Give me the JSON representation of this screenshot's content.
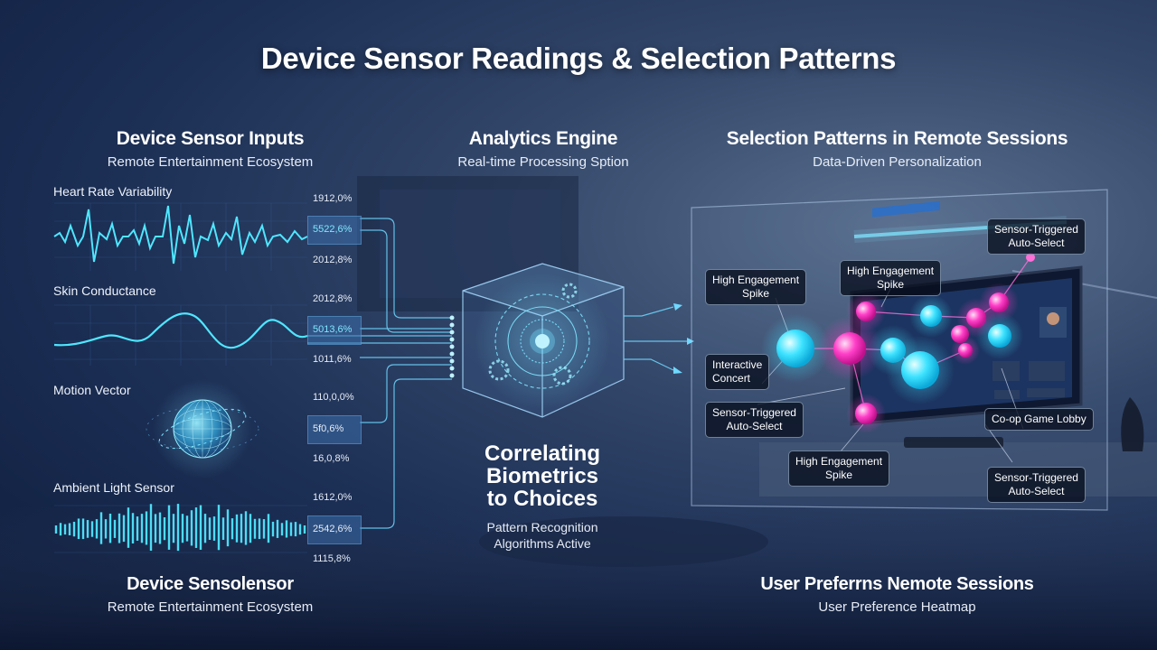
{
  "title": "Device Sensor Readings & Selection Patterns",
  "left_column": {
    "heading": "Device Sensor Inputs",
    "subheading": "Remote Entertainment Ecosystem",
    "footer_heading": "Device Sensolensor",
    "footer_subheading": "Remote Entertainment Ecosystem",
    "sensors": [
      {
        "label": "Heart Rate Variability",
        "values": [
          "1912,0%",
          "5522,6%",
          "2012,8%"
        ]
      },
      {
        "label": "Skin Conductance",
        "values": [
          "2012,8%",
          "5013,6%",
          "1011,6%"
        ]
      },
      {
        "label": "Motion Vector",
        "values": [
          "110,0,0%",
          "5f0,6%",
          "16,0,8%"
        ]
      },
      {
        "label": "Ambient Light Sensor",
        "values": [
          "1612,0%",
          "2542,6%",
          "1115,8%"
        ]
      }
    ]
  },
  "center_column": {
    "heading": "Analytics Engine",
    "subheading": "Real-time Processing Sption",
    "caption_lines": [
      "Correlating",
      "Biometrics",
      "to Choices"
    ],
    "sub_caption_lines": [
      "Pattern Recognition",
      "Algorithms Active"
    ]
  },
  "right_column": {
    "heading": "Selection Patterns in Remote Sessions",
    "subheading": "Data-Driven Personalization",
    "footer_heading": "User Preferrns Nemote Sessions",
    "footer_subheading": "User Preference Heatmap",
    "tags": [
      {
        "line1": "Sensor-Triggered",
        "line2": "Auto-Select"
      },
      {
        "line1": "High Engagement",
        "line2": "Spike"
      },
      {
        "line1": "High Engagement",
        "line2": "Spike"
      },
      {
        "line1": "Interactive",
        "line2": "Concert"
      },
      {
        "line1": "Sensor-Triggered",
        "line2": "Auto-Select"
      },
      {
        "line1": "Co-op Game Lobby",
        "line2": ""
      },
      {
        "line1": "High Engagement",
        "line2": "Spike"
      },
      {
        "line1": "Sensor-Triggered",
        "line2": "Auto-Select"
      }
    ]
  },
  "colors": {
    "accent_cyan": "#3fe3ff",
    "accent_magenta": "#ff3fc8",
    "background_navy": "#12244a"
  }
}
